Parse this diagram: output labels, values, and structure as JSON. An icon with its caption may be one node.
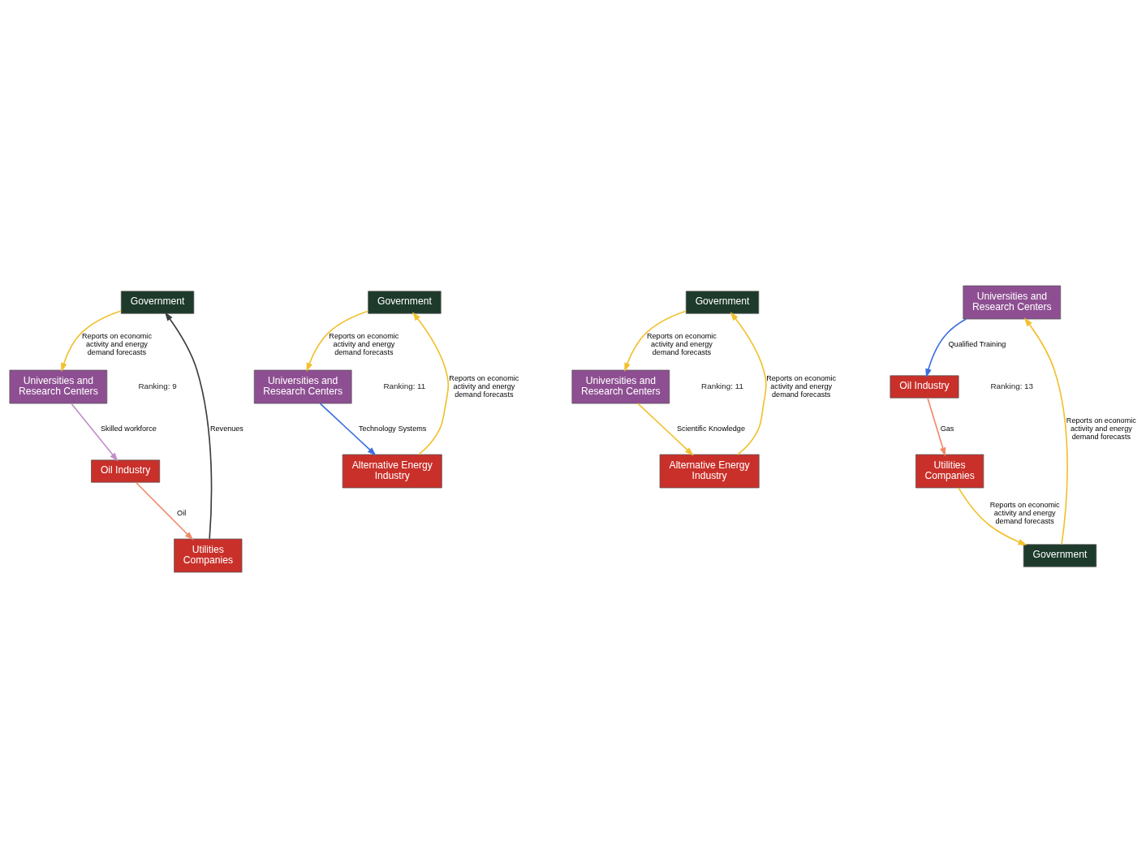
{
  "diagram": {
    "nodes": [
      {
        "text": [
          "Government"
        ]
      },
      {
        "text": [
          "Universities and Research Centers"
        ]
      },
      {
        "text": [
          "Oil Industry"
        ]
      },
      {
        "text": [
          "Utilities Companies"
        ]
      },
      {
        "text": [
          "Government"
        ]
      },
      {
        "text": [
          "Universities and Research Centers"
        ]
      },
      {
        "text": [
          "Alternative Energy Industry"
        ]
      },
      {
        "text": [
          "Government"
        ]
      },
      {
        "text": [
          "Universities and Research Centers"
        ]
      },
      {
        "text": [
          "Alternative Energy Industry"
        ]
      },
      {
        "text": [
          "Universities and Research Centers"
        ]
      },
      {
        "text": [
          "Government"
        ]
      },
      {
        "text": [
          "Oil Industry"
        ]
      },
      {
        "text": [
          "Utilities Companies"
        ]
      }
    ],
    "edges": [
      {
        "from": 0,
        "to": 1,
        "arrow": "to",
        "label": "Reports on economic activity and energy demand forecasts"
      },
      {
        "from": 1,
        "to": 2,
        "arrow": "to",
        "label": "Skilled workforce",
        "color": "#c28fc9"
      },
      {
        "from": 2,
        "to": 3,
        "arrow": "to",
        "label": "Oil",
        "color": "#f08a6a"
      },
      {
        "from": 3,
        "to": 0,
        "arrow": "to",
        "label": "Revenues",
        "color": "#3a3f42"
      },
      {
        "from": 4,
        "to": 5,
        "arrow": "to",
        "label": "Reports on economic activity and energy demand forecasts"
      },
      {
        "from": 5,
        "to": 6,
        "arrow": "to",
        "label": "Technology Systems",
        "color": "#3a6fe0"
      },
      {
        "from": 6,
        "to": 4,
        "arrow": "to",
        "label": "Reports on economic activity and energy demand forecasts"
      },
      {
        "from": 7,
        "to": 8,
        "arrow": "to",
        "label": "Reports on economic activity and energy demand forecasts"
      },
      {
        "from": 8,
        "to": 9,
        "arrow": "to",
        "label": "Scientific Knowledge"
      },
      {
        "from": 9,
        "to": 7,
        "arrow": "to",
        "label": "Reports on economic activity and energy demand forecasts"
      },
      {
        "from": 11,
        "to": 10,
        "arrow": "to",
        "label": "Reports on economic activity and energy demand forecasts"
      },
      {
        "from": 10,
        "to": 12,
        "arrow": "to",
        "label": "Qualified Training",
        "color": "#3a6fe0"
      },
      {
        "from": 12,
        "to": 13,
        "arrow": "to",
        "label": "Gas",
        "color": "#f08a6a"
      },
      {
        "from": 13,
        "to": 11,
        "arrow": "to",
        "label": "Reports on economic activity and energy demand forecasts"
      }
    ],
    "labels": [
      "Ranking: 9",
      "Ranking: 11",
      "Ranking: 11",
      "Ranking: 13"
    ]
  }
}
